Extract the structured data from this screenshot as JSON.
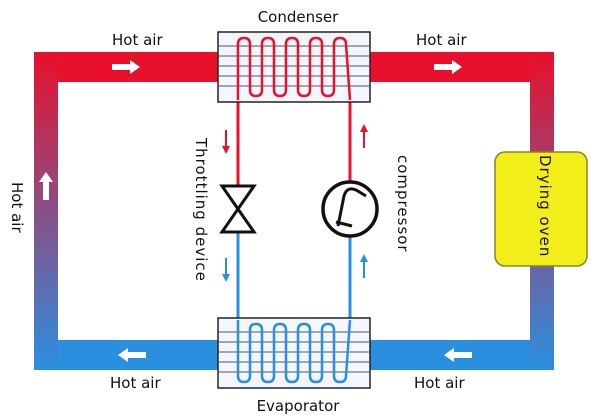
{
  "labels": {
    "condenser": "Condenser",
    "evaporator": "Evaporator",
    "hot_air_top_left": "Hot air",
    "hot_air_top_right": "Hot air",
    "hot_air_bottom_left": "Hot air",
    "hot_air_bottom_right": "Hot air",
    "hot_air_left_side": "Hot air",
    "throttling_device": "Throttling device",
    "compressor": "compressor",
    "drying_oven": "Drying oven"
  },
  "colors": {
    "hot": "#e8102a",
    "cold": "#2b8fe0",
    "oven_fill": "#f2ee1a",
    "oven_stroke": "#8a8520",
    "exchanger_fill": "#f4f6ff",
    "arrow_on_duct": "#ffffff"
  },
  "icons": {
    "throttling_valve": "bowtie-valve-icon",
    "compressor": "circle-compressor-icon",
    "flow_arrow": "arrow-icon"
  }
}
